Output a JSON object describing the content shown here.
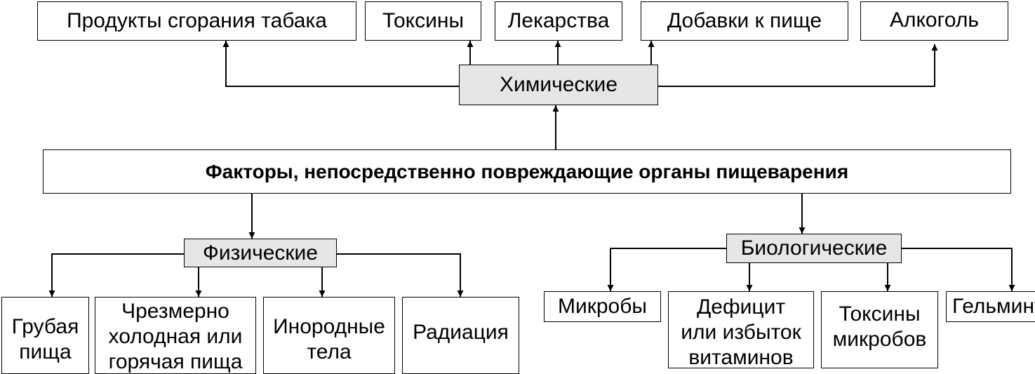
{
  "colors": {
    "stroke": "#000000",
    "category_fill": "#e6e6e6",
    "box_fill": "#ffffff"
  },
  "center": {
    "label": "Факторы, непосредственно повреждающие органы пищеварения"
  },
  "chemical": {
    "label": "Химические",
    "items": [
      "Продукты сгорания табака",
      "Токсины",
      "Лекарства",
      "Добавки к пище",
      "Алкоголь"
    ]
  },
  "physical": {
    "label": "Физические",
    "items": [
      "Грубая\nпища",
      "Чрезмерно\nхолодная или\nгорячая пища",
      "Инородные\nтела",
      "Радиация"
    ]
  },
  "biological": {
    "label": "Биологические",
    "items": [
      "Микробы",
      "Дефицит\nили избыток\nвитаминов",
      "Токсины\nмикробов",
      "Гельминты"
    ]
  }
}
